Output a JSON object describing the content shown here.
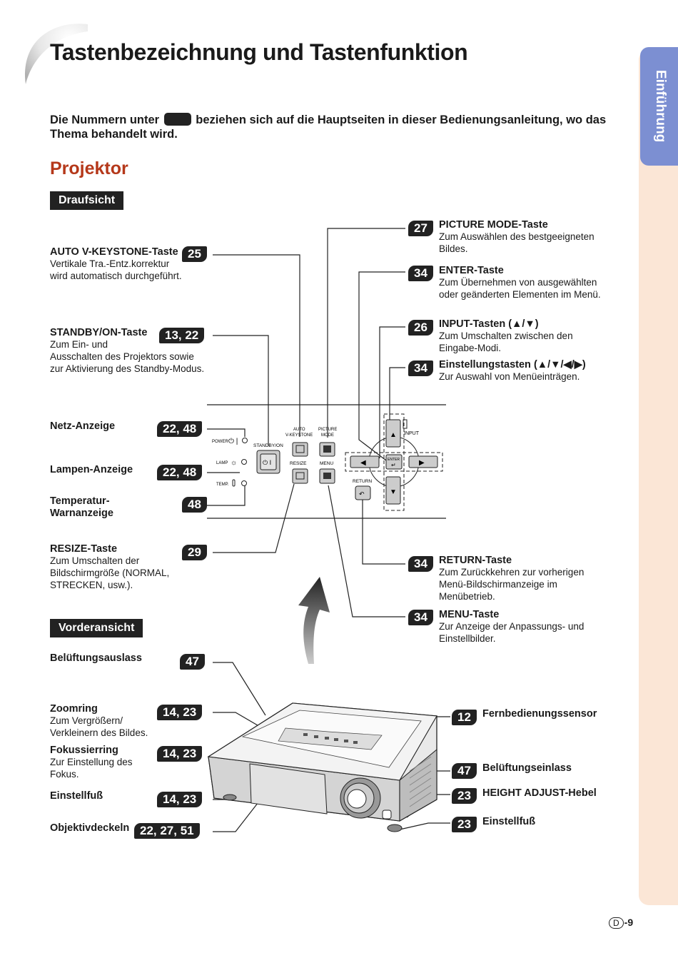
{
  "sidebar": {
    "tab_label": "Einführung"
  },
  "page_title": "Tastenbezeichnung und Tastenfunktion",
  "intro": {
    "before": "Die Nummern unter",
    "after": "beziehen sich auf die Hauptseiten in dieser Bedienungsanleitung, wo das Thema behandelt wird."
  },
  "section_title": "Projektor",
  "top_view_label": "Draufsicht",
  "front_view_label": "Vorderansicht",
  "left_items": {
    "keystone": {
      "label": "AUTO V-KEYSTONE-Taste",
      "desc": [
        "Vertikale Tra.-Entz.korrektur",
        "wird automatisch durchgeführt."
      ],
      "page": "25"
    },
    "standby": {
      "label": "STANDBY/ON-Taste",
      "desc": [
        "Zum Ein- und",
        "Ausschalten des Projektors sowie",
        "zur Aktivierung des Standby-Modus."
      ],
      "page": "13, 22"
    },
    "power": {
      "label": "Netz-Anzeige",
      "page": "22, 48"
    },
    "lamp": {
      "label": "Lampen-Anzeige",
      "page": "22, 48"
    },
    "temp": {
      "label_line1": "Temperatur-",
      "label_line2": "Warnanzeige",
      "page": "48"
    },
    "resize": {
      "label": "RESIZE-Taste",
      "desc": [
        "Zum Umschalten der",
        "Bildschirmgröße (NORMAL,",
        "STRECKEN, usw.)."
      ],
      "page": "29"
    }
  },
  "right_items": {
    "picture": {
      "label": "PICTURE MODE-Taste",
      "desc": [
        "Zum Auswählen des bestgeeigneten",
        "Bildes."
      ],
      "page": "27"
    },
    "enter": {
      "label": "ENTER-Taste",
      "desc": [
        "Zum Übernehmen von ausgewählten",
        "oder geänderten Elementen im Menü."
      ],
      "page": "34"
    },
    "input": {
      "label": "INPUT-Tasten (▲/▼)",
      "desc": [
        "Zum Umschalten zwischen den",
        "Eingabe-Modi."
      ],
      "page": "26"
    },
    "adjust": {
      "label": "Einstellungstasten (▲/▼/◀/▶)",
      "desc": [
        "Zur Auswahl von Menüeinträgen."
      ],
      "page": "34"
    },
    "return": {
      "label": "RETURN-Taste",
      "desc": [
        "Zum Zurückkehren zur vorherigen",
        "Menü-Bildschirmanzeige im",
        "Menübetrieb."
      ],
      "page": "34"
    },
    "menu": {
      "label": "MENU-Taste",
      "desc": [
        "Zur Anzeige der Anpassungs- und",
        "Einstellbilder."
      ],
      "page": "34"
    }
  },
  "panel": {
    "power": "POWER",
    "lamp": "LAMP",
    "temp": "TEMP.",
    "standby": "STANDBY/ON",
    "auto_l1": "AUTO",
    "auto_l2": "V-KEYSTONE",
    "pic_l1": "PICTURE",
    "pic_l2": "MODE",
    "resize": "RESIZE",
    "menu": "MENU",
    "ret": "RETURN",
    "enter": "ENTER",
    "input": "INPUT"
  },
  "front_left": {
    "vent": {
      "label": "Belüftungsauslass",
      "page": "47"
    },
    "zoom": {
      "label": "Zoomring",
      "desc": [
        "Zum Vergrößern/",
        "Verkleinern des Bildes."
      ],
      "page": "14, 23"
    },
    "focus": {
      "label": "Fokussierring",
      "desc": [
        "Zur Einstellung des",
        "Fokus."
      ],
      "page": "14, 23"
    },
    "foot": {
      "label": "Einstellfuß",
      "page": "14, 23"
    },
    "cap": {
      "label": "Objektivdeckeln",
      "page": "22, 27, 51"
    }
  },
  "front_right": {
    "remote": {
      "label": "Fernbedienungssensor",
      "page": "12"
    },
    "intake": {
      "label": "Belüftungseinlass",
      "page": "47"
    },
    "height": {
      "label": "HEIGHT ADJUST-Hebel",
      "page": "23"
    },
    "foot": {
      "label": "Einstellfuß",
      "page": "23"
    }
  },
  "page_number": {
    "circle": "D",
    "num": "-9"
  }
}
